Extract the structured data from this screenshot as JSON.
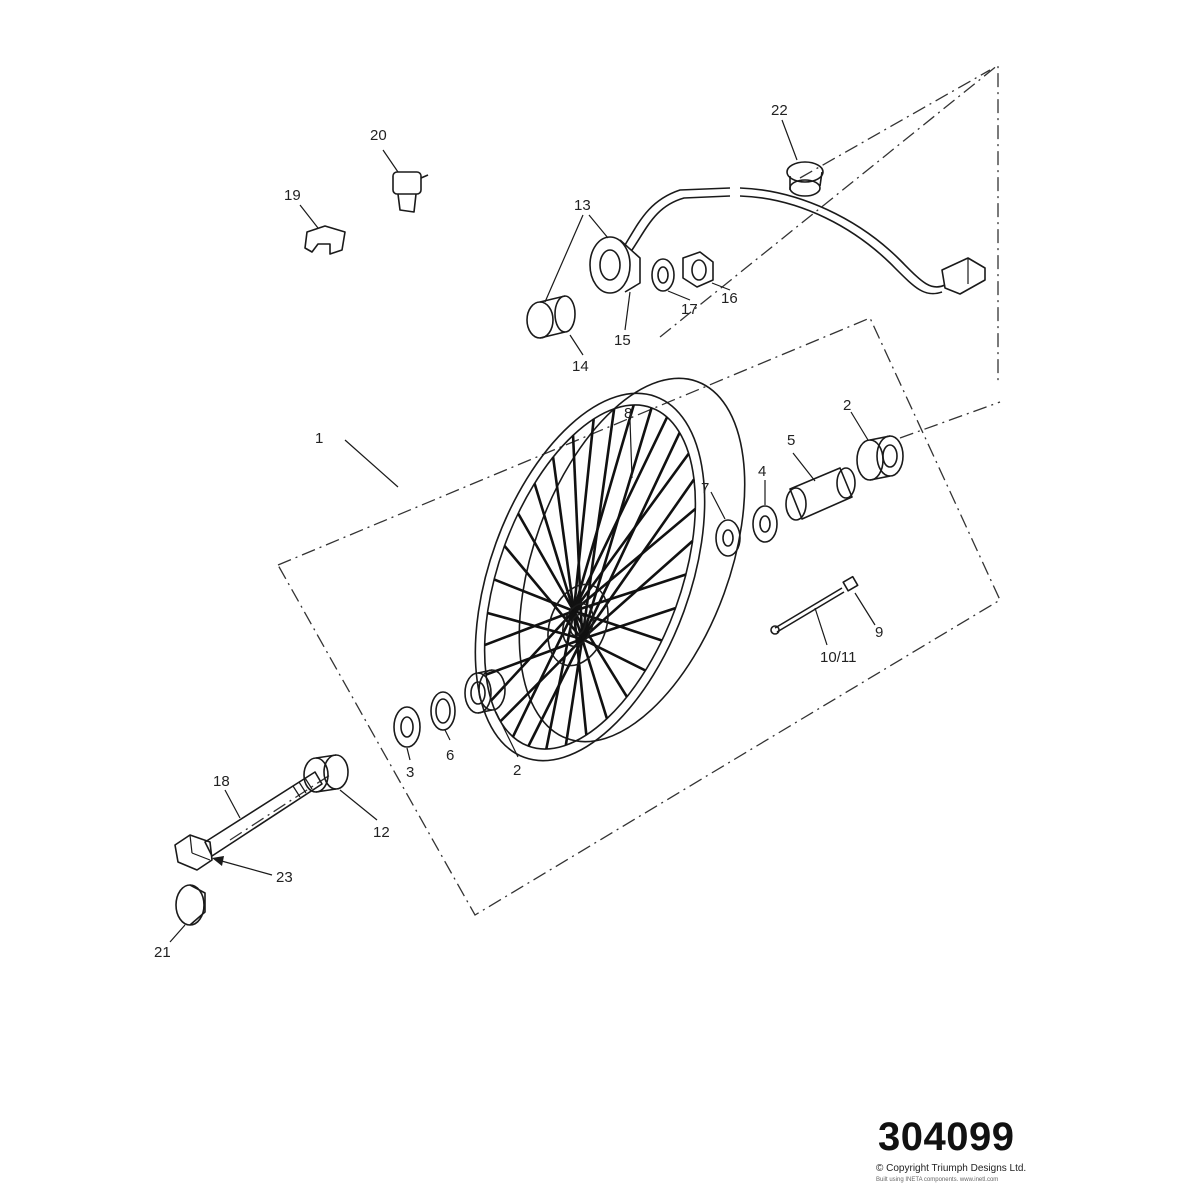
{
  "diagram": {
    "drawing_number": "304099",
    "copyright": "© Copyright Triumph Designs Ltd.",
    "built_with": "Built using INETA components. www.inetl.com",
    "callouts": [
      "1",
      "2",
      "2",
      "3",
      "4",
      "5",
      "6",
      "7",
      "8",
      "9",
      "10/11",
      "12",
      "13",
      "14",
      "15",
      "16",
      "17",
      "18",
      "19",
      "20",
      "21",
      "22",
      "23"
    ]
  }
}
